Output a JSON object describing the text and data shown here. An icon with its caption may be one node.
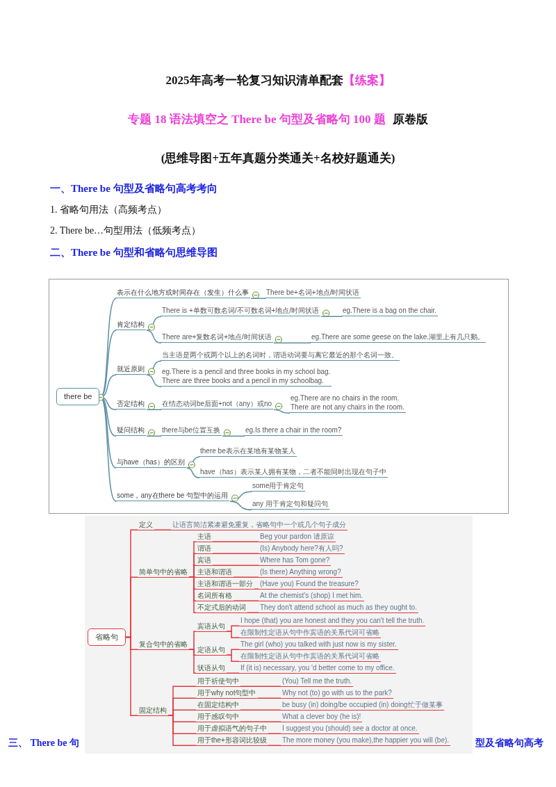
{
  "diagram": {
    "title": "2025年高考一轮复习知识清单配套",
    "nodes": [
      {
        "text": [
          "there be"
        ]
      },
      {
        "text": [
          "表示在什么地方或时间存在（发生）什么事"
        ]
      },
      {
        "text": [
          "There be+名词+地点/时间状语"
        ]
      },
      {
        "text": [
          "肯定结构"
        ]
      },
      {
        "text": [
          "There is +单数可数名词/不可数名词+地点/时间状语"
        ]
      },
      {
        "text": [
          "eg.There is a bag on the chair."
        ]
      },
      {
        "text": [
          "There are+复数名词+地点/时间状语"
        ]
      },
      {
        "text": [
          "eg.There are some geese on the lake.湖里上有几只鹅。"
        ]
      },
      {
        "text": [
          "就近原则"
        ]
      },
      {
        "text": [
          "当主语是两个或两个以上的名词时，谓语动词要与离它最近的那个名词一致。"
        ]
      },
      {
        "text": [
          "eg.There is a pencil and three books in my school bag.",
          "There are three books and a pencil in my schoolbag."
        ]
      },
      {
        "text": [
          "否定结构"
        ]
      },
      {
        "text": [
          "在情态动词be后面+not（any）或no"
        ]
      },
      {
        "text": [
          "eg.There are no chairs in the room.",
          "There are not any chairs in the room."
        ]
      },
      {
        "text": [
          "疑问结构"
        ]
      },
      {
        "text": [
          "there与be位置互换"
        ]
      },
      {
        "text": [
          "eg.Is there a chair in the room?"
        ]
      },
      {
        "text": [
          "与have（has）的区别"
        ]
      },
      {
        "text": [
          "there be表示在某地有某物某人"
        ]
      },
      {
        "text": [
          "have（has）表示某人拥有某物，二者不能同时出现在句子中"
        ]
      },
      {
        "text": [
          "some，any在there be 句型中的运用"
        ]
      },
      {
        "text": [
          "some用于肯定句"
        ]
      },
      {
        "text": [
          "any 用于肯定句和疑问句"
        ]
      },
      {
        "text": [
          "省略句"
        ]
      },
      {
        "text": [
          "定义"
        ]
      },
      {
        "text": [
          "让语言简洁紧凑避免重复，省略句中一个或几个句子成分"
        ]
      },
      {
        "text": [
          "简单句中的省略"
        ]
      },
      {
        "text": [
          "主语"
        ]
      },
      {
        "text": [
          "Beg your pardon 请原谅"
        ]
      },
      {
        "text": [
          "谓语"
        ]
      },
      {
        "text": [
          "(Is) Anybody here?有人吗?"
        ]
      },
      {
        "text": [
          "宾语"
        ]
      },
      {
        "text": [
          "Where has Tom gone?"
        ]
      },
      {
        "text": [
          "主语和谓语"
        ]
      },
      {
        "text": [
          "(Is there) Anything wrong?"
        ]
      },
      {
        "text": [
          "主语和谓语一部分"
        ]
      },
      {
        "text": [
          "(Have you) Found the treasure?"
        ]
      },
      {
        "text": [
          "名词所有格"
        ]
      },
      {
        "text": [
          "At the chemist's (shop) I met him."
        ]
      },
      {
        "text": [
          "不定式后的动词"
        ]
      },
      {
        "text": [
          "They don't attend school as much as they ought to."
        ]
      },
      {
        "text": [
          "复合句中的省略"
        ]
      },
      {
        "text": [
          "宾语从句"
        ]
      },
      {
        "text": [
          "I hope (that) you are honest and they you can't tell the truth."
        ]
      },
      {
        "text": [
          "在限制性定语从句中作宾语的关系代词可省略"
        ]
      },
      {
        "text": [
          "定语从句"
        ]
      },
      {
        "text": [
          "The girl (who) you talked with just now is my sister."
        ]
      },
      {
        "text": [
          "在限制性定语从句中作宾语的关系代词可省略"
        ]
      },
      {
        "text": [
          "状语从句"
        ]
      },
      {
        "text": [
          "If (it is) necessary, you 'd better come to my office."
        ]
      },
      {
        "text": [
          "固定结构"
        ]
      },
      {
        "text": [
          "用于祈使句中"
        ]
      },
      {
        "text": [
          "(You) Tell me the truth."
        ]
      },
      {
        "text": [
          "用于why not句型中"
        ]
      },
      {
        "text": [
          "Why not (to) go with us to the park?"
        ]
      },
      {
        "text": [
          "在固定结构中"
        ]
      },
      {
        "text": [
          "be busy (in) doing/be occupied (in) doing忙于做某事"
        ]
      },
      {
        "text": [
          "用于感叹句中"
        ]
      },
      {
        "text": [
          "What a clever boy (he is)!"
        ]
      },
      {
        "text": [
          "用于虚拟语气的句子中"
        ]
      },
      {
        "text": [
          "I suggest you (should) see a doctor at once."
        ]
      },
      {
        "text": [
          "用于the+形容词比较级"
        ]
      },
      {
        "text": [
          "The more money (you make),the happier you will (be)."
        ]
      }
    ],
    "edges": [
      {
        "from": 0,
        "to": 1,
        "arrow": "none",
        "color": "#5b8ea6"
      },
      {
        "from": 0,
        "to": 3,
        "arrow": "none",
        "color": "#5b8ea6"
      },
      {
        "from": 0,
        "to": 8,
        "arrow": "none",
        "color": "#5b8ea6"
      },
      {
        "from": 0,
        "to": 11,
        "arrow": "none",
        "color": "#5b8ea6"
      },
      {
        "from": 0,
        "to": 14,
        "arrow": "none",
        "color": "#5b8ea6"
      },
      {
        "from": 0,
        "to": 17,
        "arrow": "none",
        "color": "#5b8ea6"
      },
      {
        "from": 0,
        "to": 20,
        "arrow": "none",
        "color": "#5b8ea6"
      },
      {
        "from": 1,
        "to": 2,
        "arrow": "none",
        "color": "#5b8ea6"
      },
      {
        "from": 3,
        "to": 4,
        "arrow": "none",
        "color": "#5b8ea6"
      },
      {
        "from": 4,
        "to": 5,
        "arrow": "none",
        "color": "#5b8ea6"
      },
      {
        "from": 3,
        "to": 6,
        "arrow": "none",
        "color": "#5b8ea6"
      },
      {
        "from": 6,
        "to": 7,
        "arrow": "none",
        "color": "#5b8ea6"
      },
      {
        "from": 8,
        "to": 9,
        "arrow": "none",
        "color": "#5b8ea6"
      },
      {
        "from": 8,
        "to": 10,
        "arrow": "none",
        "color": "#5b8ea6"
      },
      {
        "from": 11,
        "to": 12,
        "arrow": "none",
        "color": "#5b8ea6"
      },
      {
        "from": 12,
        "to": 13,
        "arrow": "none",
        "color": "#5b8ea6"
      },
      {
        "from": 14,
        "to": 15,
        "arrow": "none",
        "color": "#5b8ea6"
      },
      {
        "from": 15,
        "to": 16,
        "arrow": "none",
        "color": "#5b8ea6"
      },
      {
        "from": 17,
        "to": 18,
        "arrow": "none",
        "color": "#5b8ea6"
      },
      {
        "from": 17,
        "to": 19,
        "arrow": "none",
        "color": "#5b8ea6"
      },
      {
        "from": 20,
        "to": 21,
        "arrow": "none",
        "color": "#5b8ea6"
      },
      {
        "from": 20,
        "to": 22,
        "arrow": "none",
        "color": "#5b8ea6"
      },
      {
        "from": 23,
        "to": 24,
        "arrow": "none"
      },
      {
        "from": 24,
        "to": 25,
        "arrow": "none"
      },
      {
        "from": 23,
        "to": 26,
        "arrow": "none"
      },
      {
        "from": 26,
        "to": 27,
        "arrow": "none"
      },
      {
        "from": 27,
        "to": 28,
        "arrow": "none"
      },
      {
        "from": 26,
        "to": 29,
        "arrow": "none"
      },
      {
        "from": 29,
        "to": 30,
        "arrow": "none"
      },
      {
        "from": 26,
        "to": 31,
        "arrow": "none"
      },
      {
        "from": 31,
        "to": 32,
        "arrow": "none"
      },
      {
        "from": 26,
        "to": 33,
        "arrow": "none"
      },
      {
        "from": 33,
        "to": 34,
        "arrow": "none"
      },
      {
        "from": 26,
        "to": 35,
        "arrow": "none"
      },
      {
        "from": 35,
        "to": 36,
        "arrow": "none"
      },
      {
        "from": 26,
        "to": 37,
        "arrow": "none"
      },
      {
        "from": 37,
        "to": 38,
        "arrow": "none"
      },
      {
        "from": 26,
        "to": 39,
        "arrow": "none"
      },
      {
        "from": 39,
        "to": 40,
        "arrow": "none"
      },
      {
        "from": 23,
        "to": 41,
        "arrow": "none"
      },
      {
        "from": 41,
        "to": 42,
        "arrow": "none"
      },
      {
        "from": 42,
        "to": 43,
        "arrow": "none"
      },
      {
        "from": 42,
        "to": 44,
        "arrow": "none"
      },
      {
        "from": 41,
        "to": 45,
        "arrow": "none"
      },
      {
        "from": 45,
        "to": 46,
        "arrow": "none"
      },
      {
        "from": 45,
        "to": 47,
        "arrow": "none"
      },
      {
        "from": 41,
        "to": 48,
        "arrow": "none"
      },
      {
        "from": 48,
        "to": 49,
        "arrow": "none"
      },
      {
        "from": 23,
        "to": 50,
        "arrow": "none"
      },
      {
        "from": 50,
        "to": 51,
        "arrow": "none"
      },
      {
        "from": 51,
        "to": 52,
        "arrow": "none"
      },
      {
        "from": 50,
        "to": 53,
        "arrow": "none"
      },
      {
        "from": 53,
        "to": 54,
        "arrow": "none"
      },
      {
        "from": 50,
        "to": 55,
        "arrow": "none"
      },
      {
        "from": 55,
        "to": 56,
        "arrow": "none"
      },
      {
        "from": 50,
        "to": 57,
        "arrow": "none"
      },
      {
        "from": 57,
        "to": 58,
        "arrow": "none"
      },
      {
        "from": 50,
        "to": 59,
        "arrow": "none"
      },
      {
        "from": 59,
        "to": 60,
        "arrow": "none"
      },
      {
        "from": 50,
        "to": 61,
        "arrow": "none"
      },
      {
        "from": 61,
        "to": 62,
        "arrow": "none"
      }
    ],
    "labels": [
      "【练案】",
      "专题 18  语法填空之 There be 句型及省略句 100 题",
      "原卷版",
      "(思维导图+五年真题分类通关+名校好题通关)",
      "一、There be 句型及省略句高考考向",
      "1.  省略句用法（高频考点）",
      "2. There be…句型用法（低频考点）",
      "二、There be 句型和省略句思维导图",
      "三、 There be 句",
      "型及省略句高考"
    ]
  }
}
